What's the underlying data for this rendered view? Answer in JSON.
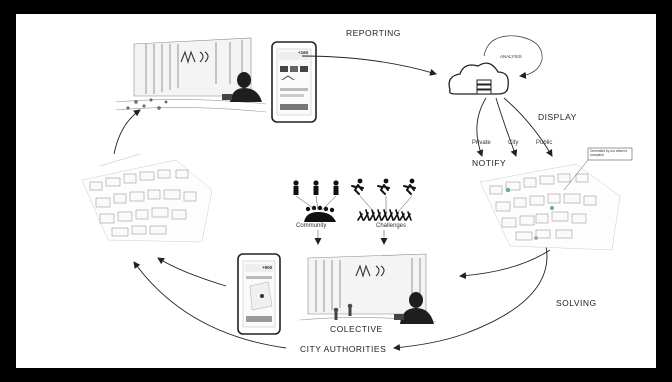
{
  "labels": {
    "reporting": "REPORTING",
    "analysis": "ANALYSIS",
    "display": "DISPLAY",
    "notify": "NOTIFY",
    "private": "Private",
    "city": "City",
    "public": "Public",
    "solving": "SOLVING",
    "colective": "COLECTIVE",
    "city_authorities": "CITY AUTHORITIES",
    "community": "Community",
    "challenges": "Challenges"
  },
  "phones": {
    "top_score": "+160",
    "bottom_score": "+900"
  },
  "map_callout": "Generated by our citizen's complaint"
}
